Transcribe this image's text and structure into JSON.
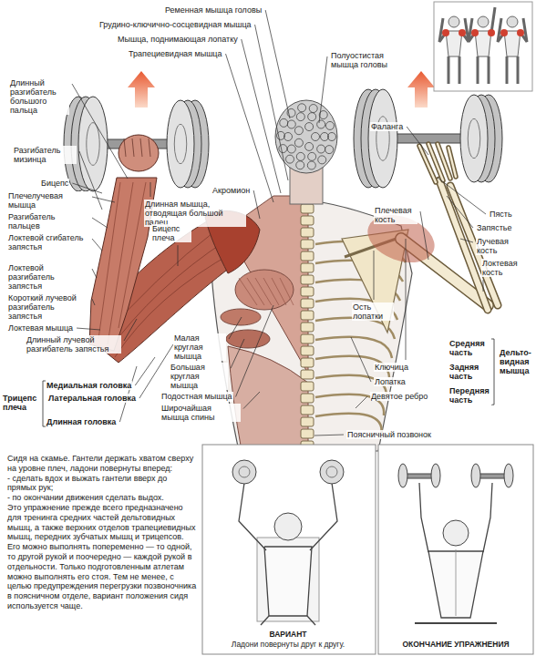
{
  "diagram": {
    "labels": [
      "Ременная мышца головы",
      "Грудино-ключично-сосцевидная мышца",
      "Мышца, поднимающая лопатку",
      "Трапециевидная мышца",
      "Полуостистая мышца головы",
      "Длинный разгибатель большого пальца",
      "Разгибатель мизинца",
      "Бицепс",
      "Плечелучевая мышца",
      "Разгибатель пальцев",
      "Локтевой сгибатель запястья",
      "Локтевой разгибатель запястья",
      "Короткий лучевой разгибатель запястья",
      "Локтевая мышца",
      "Длинный лучевой разгибатель запястья",
      "Медиальная головка",
      "Латеральная головка",
      "Длинная головка",
      "Трицепс плеча",
      "Длинная мышца, отводящая большой палец",
      "Акромион",
      "Бицепс плеча",
      "Малая круглая мышца",
      "Большая круглая мышца",
      "Подостная мышца",
      "Широчайшая мышца спины",
      "Поясничный позвонок",
      "Фаланга",
      "Плечевая кость",
      "Пясть",
      "Запястье",
      "Лучевая кость",
      "Локтевая кость",
      "Ость лопатки",
      "Средняя часть",
      "Задняя часть",
      "Передняя часть",
      "Дельто- видная мышца",
      "Ключица",
      "Лопатка",
      "Девятое ребро",
      "Сидя на скамье. Гантели держать хватом сверху на уровне плеч, ладони повернуты вперед:",
      "- сделать вдох и выжать гантели вверх до прямых рук;",
      "- по окончании движения сделать выдох.",
      "Это упражнение прежде всего предназначено для тренинга средних частей дельтовидных мышц, а также верхних отделов трапециевидных мышц, передних зубчатых мышц и трицепсов. Его можно выполнять попеременно — то одной, то другой рукой и поочередно — каждой рукой в отдельности. Только подготовленным атлетам можно выполнять его стоя. Тем не менее, с целью предупреждения перегрузки позвоночника в поясничном отделе, вариант положения сидя используется чаще.",
      "ВАРИАНТ",
      "Ладони повернуты друг к другу.",
      "ОКОНЧАНИЕ УПРАЖНЕНИЯ"
    ]
  }
}
